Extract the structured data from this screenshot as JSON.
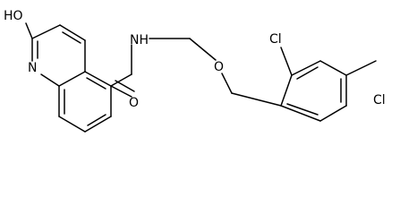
{
  "diagram": {
    "labels": {
      "hydroxyl": "HO",
      "ring_nitrogen": "N",
      "amide_nh": "NH",
      "carbonyl_oxygen": "O",
      "ether_oxygen": "O",
      "chlorine_ortho": "Cl",
      "chlorine_para": "Cl"
    },
    "colors": {
      "bond": "#000000",
      "label": "#000000",
      "background": "#ffffff"
    }
  }
}
